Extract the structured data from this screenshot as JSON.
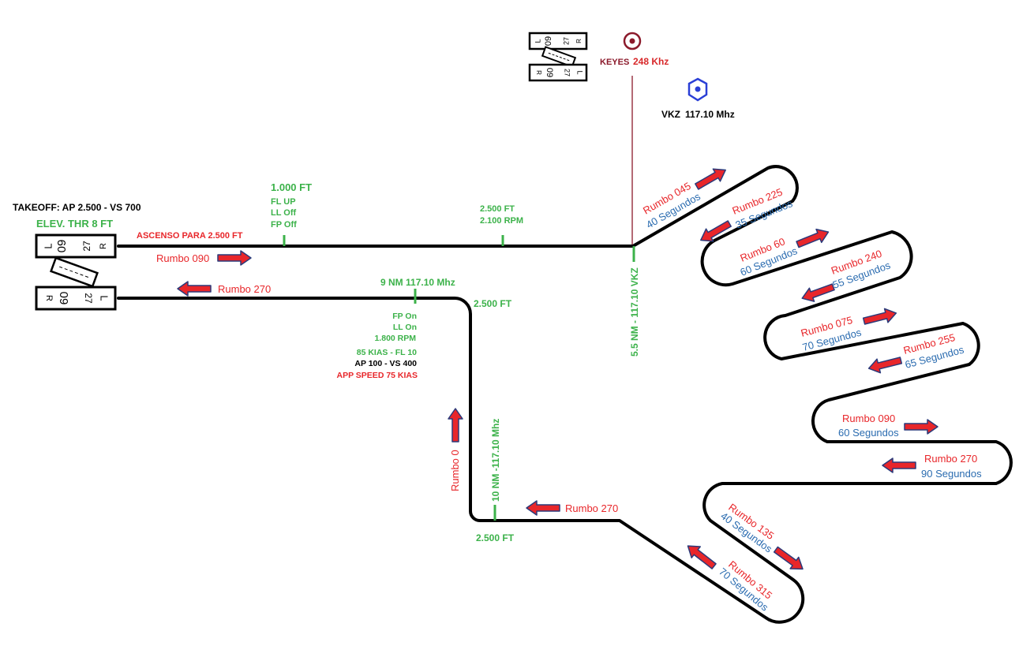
{
  "colors": {
    "green": "#3cb24a",
    "red": "#e8262a",
    "blue": "#2b6cb0",
    "dark_red": "#8b1a2b",
    "vor_blue": "#2a3fd6",
    "black": "#000000"
  },
  "runway": {
    "top_left": "L",
    "top_mid": "09",
    "top_num": "27",
    "top_right": "R",
    "bottom_left": "R",
    "bottom_mid": "09",
    "bottom_num": "27",
    "bottom_right": "L"
  },
  "departure": {
    "takeoff": "TAKEOFF:  AP 2.500 - VS 700",
    "elev": "ELEV. THR 8 FT",
    "climb": "ASCENSO PARA 2.500 FT",
    "heading_out": "Rumbo 090",
    "fix_1000": "1.000 FT",
    "fl_up": "FL UP",
    "ll_off": "LL Off",
    "fp_off": "FP Off",
    "alt_2500": "2.500 FT",
    "rpm_2100": "2.100 RPM"
  },
  "stations": {
    "ndb_name": "KEYES",
    "ndb_freq": "248 Khz",
    "vor_name": "VKZ",
    "vor_freq": "117.10 Mhz",
    "vkz_fix": "5.5 NM - 117.10 VKZ"
  },
  "legs": [
    {
      "heading": "Rumbo 045",
      "time": "40 Segundos"
    },
    {
      "heading": "Rumbo 225",
      "time": "35 Segundos"
    },
    {
      "heading": "Rumbo 60",
      "time": "60 Segundos"
    },
    {
      "heading": "Rumbo 240",
      "time": "55 Segundos"
    },
    {
      "heading": "Rumbo 075",
      "time": "70 Segundos"
    },
    {
      "heading": "Rumbo 255",
      "time": "65 Segundos"
    },
    {
      "heading": "Rumbo 090",
      "time": "60 Segundos"
    },
    {
      "heading": "Rumbo 270",
      "time": "90 Segundos"
    },
    {
      "heading": "Rumbo 135",
      "time": "40 Segundos"
    },
    {
      "heading": "Rumbo 315",
      "time": "70 Segundos"
    }
  ],
  "return": {
    "heading_bottom": "Rumbo 270",
    "alt_bottom": "2.500 FT",
    "fix_10nm": "10 NM -117.10 Mhz",
    "heading_north": "Rumbo 0",
    "alt_corner": "2.500 FT",
    "fix_9nm": "9 NM 117.10 Mhz",
    "fp_on": "FP On",
    "ll_on": "LL On",
    "rpm_1800": "1.800 RPM",
    "kias_fl": "85 KIAS - FL 10",
    "ap_vs": "AP 100 - VS 400",
    "app_speed": "APP SPEED 75 KIAS",
    "heading_final": "Rumbo 270"
  }
}
